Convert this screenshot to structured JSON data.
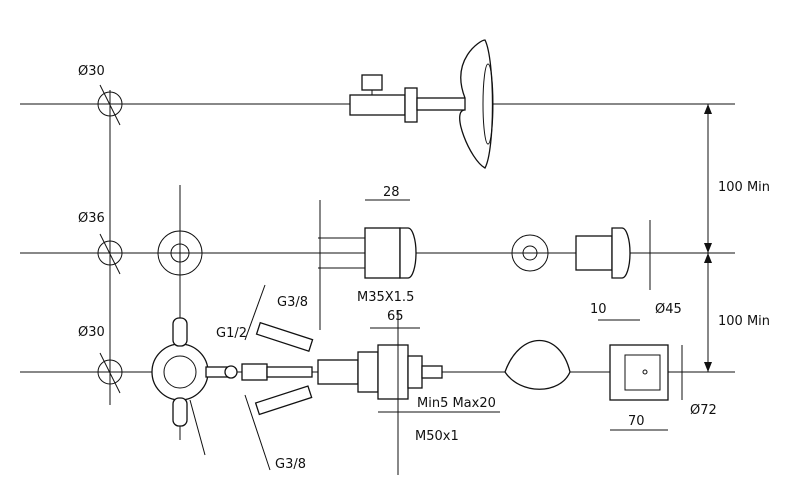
{
  "labels": {
    "d30_top": "Ø30",
    "d36": "Ø36",
    "d30_bottom": "Ø30",
    "dim_28": "28",
    "m35": "M35X1.5",
    "g38_top": "G3/8",
    "g12": "G1/2",
    "g38_bottom": "G3/8",
    "dim_65": "65",
    "min_max": "Min5 Max20",
    "m50": "M50x1",
    "dim_10": "10",
    "d45": "Ø45",
    "dim_70": "70",
    "d72": "Ø72",
    "min100_top": "100 Min",
    "min100_bottom": "100 Min"
  }
}
